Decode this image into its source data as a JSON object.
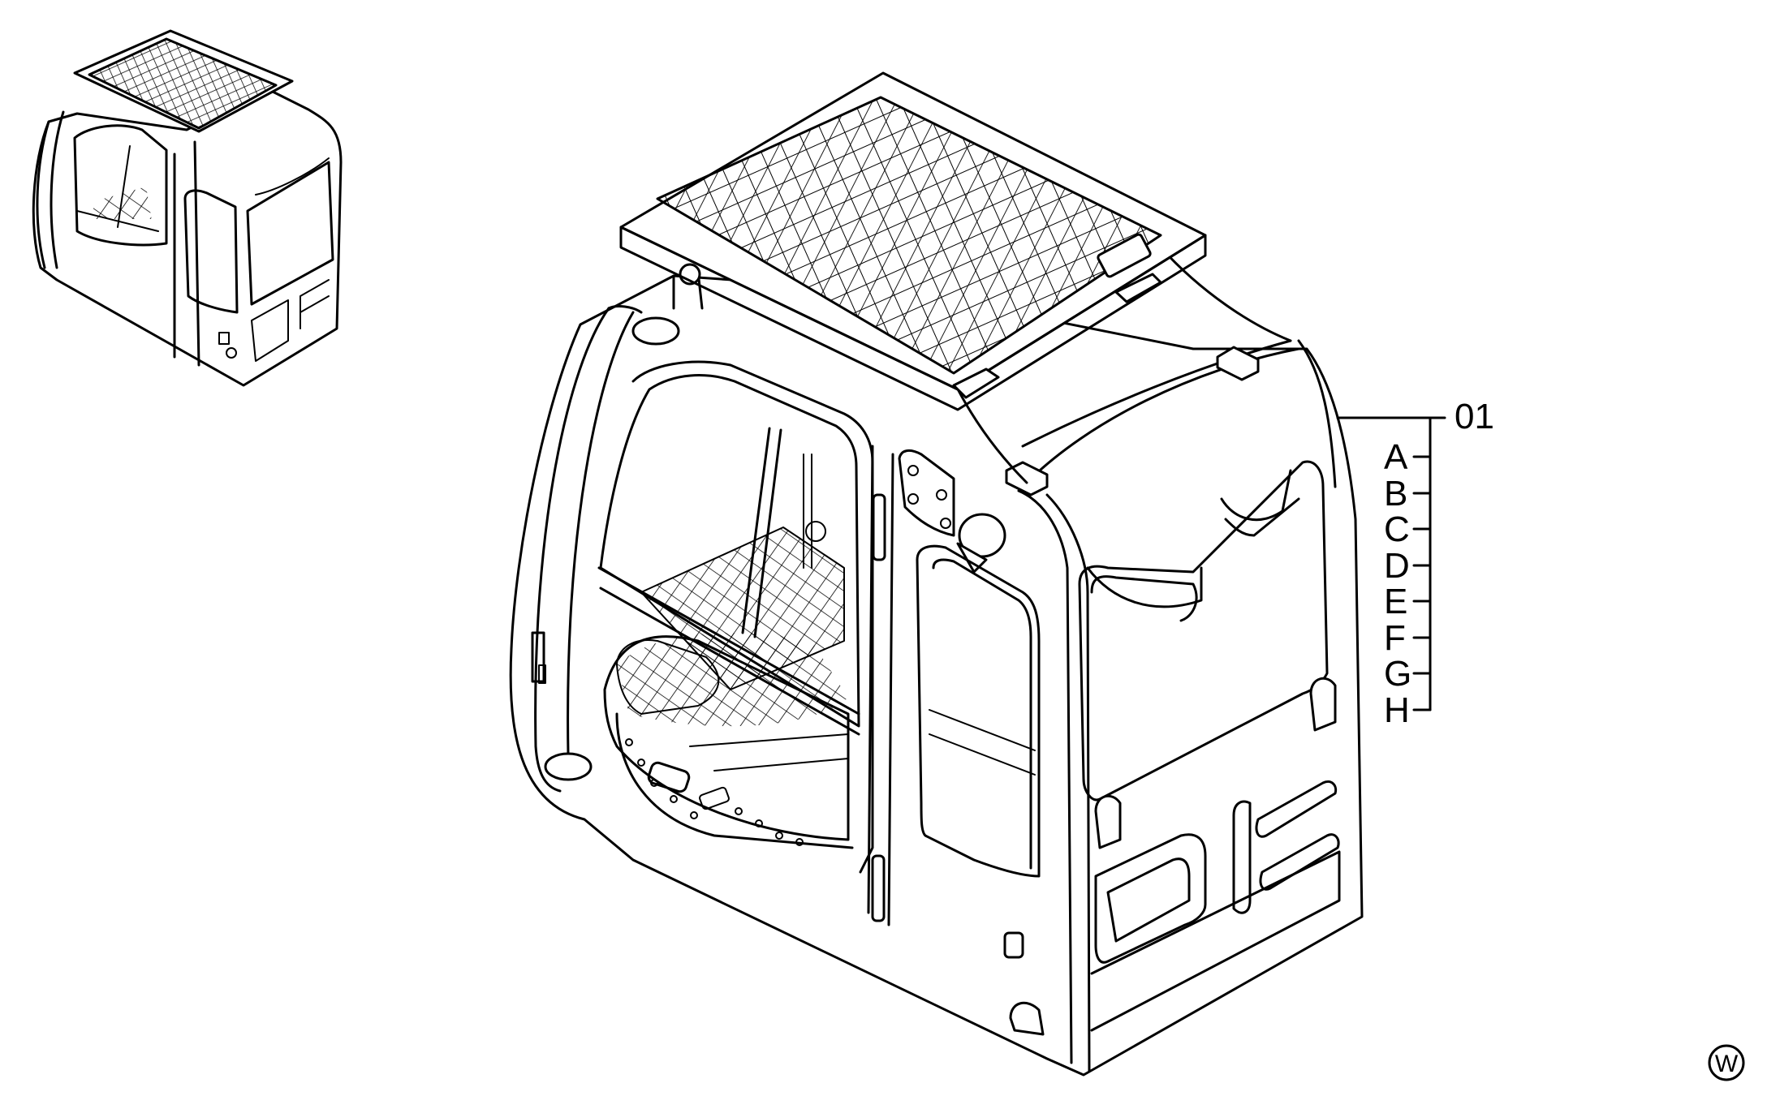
{
  "callout": {
    "part_number": "01",
    "variants": [
      "A",
      "B",
      "C",
      "D",
      "E",
      "F",
      "G",
      "H"
    ]
  },
  "corner_badge": "W"
}
